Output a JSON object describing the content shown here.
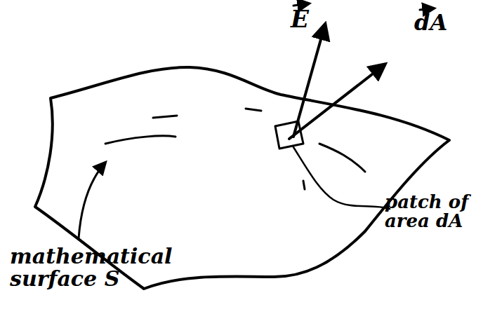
{
  "diagram": {
    "labels": [
      "E",
      "dA",
      "mathematical surface S",
      "patch of area dA"
    ]
  }
}
